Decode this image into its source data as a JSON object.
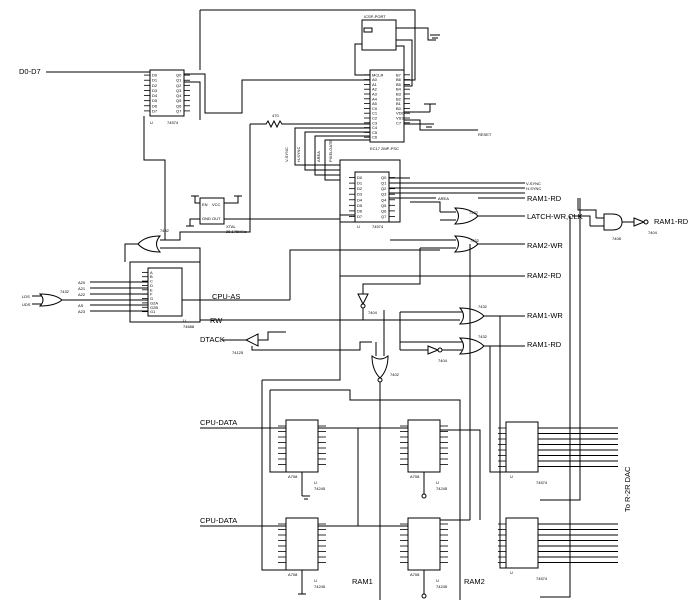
{
  "chips": {
    "u_top_74574": {
      "part": "74574",
      "ref": "U",
      "inputs": [
        "D0",
        "D1",
        "D2",
        "D3",
        "D4",
        "D5",
        "D6",
        "D7",
        "OE",
        "CLK"
      ],
      "outputs": [
        "Q0",
        "Q1",
        "Q2",
        "Q3",
        "Q4",
        "Q5",
        "Q6",
        "Q7"
      ]
    },
    "icsp_port": {
      "name": "ICSP-PORT"
    },
    "pic": {
      "part": "EC17 2MP-PSC",
      "left_pins": [
        "MCLR",
        "A0",
        "A1",
        "A2",
        "A3",
        "A4",
        "A5",
        "C0",
        "C1",
        "C2",
        "C3",
        "C4",
        "C5",
        "C6"
      ],
      "right_pins": [
        "B7",
        "B6",
        "B5",
        "B4",
        "B3",
        "B2",
        "B1",
        "B0",
        "VDD",
        "VSS",
        "C7"
      ]
    },
    "osc": {
      "pins": [
        "EN",
        "VCC",
        "GND",
        "OUT"
      ],
      "label": "XTAL",
      "freq": "25.175MHz"
    },
    "mid_74574": {
      "part": "74574",
      "ref": "U",
      "inputs": [
        "D0",
        "D1",
        "D2",
        "D3",
        "D4",
        "D5",
        "D6",
        "D7",
        "OE",
        "CLK"
      ],
      "outputs": [
        "Q0",
        "Q1",
        "Q2",
        "Q3",
        "Q4",
        "Q5",
        "Q6",
        "Q7"
      ]
    },
    "cmp_74688": {
      "part": "74688",
      "ref": "U",
      "inputs": [
        "A",
        "B",
        "C",
        "D",
        "E",
        "F",
        "G",
        "G2A",
        "G2B",
        "G1"
      ]
    },
    "top_buffers": [
      {
        "part": "A708",
        "ref": "U",
        "sub": "74245"
      },
      {
        "part": "A708",
        "ref": "U",
        "sub": "74245"
      }
    ],
    "bottom_buffers": [
      {
        "part": "A708",
        "ref": "U",
        "sub": "74245"
      },
      {
        "part": "A708",
        "ref": "U",
        "sub": "74245"
      }
    ],
    "out_latches": [
      {
        "part": "74574",
        "ref": "U"
      },
      {
        "part": "74574",
        "ref": "U"
      }
    ],
    "gates": {
      "g_7432_top": "7432",
      "g_7432_bl": "7432",
      "g_7432_a": "7432",
      "g_7432_b": "7432",
      "g_7432_c": "7432",
      "g_7432_d": "7432",
      "g_7404_a": "7404",
      "g_7404_b": "7404",
      "g_7404_c": "7404",
      "g_7404_d": "7404",
      "g_74125": "74125",
      "g_7408": "7408",
      "g_7432_e": "7432",
      "g_7402": "7402"
    }
  },
  "nets": {
    "d0d7": "D0-D7",
    "reset": "RESET",
    "vsync_v": "V-SYNC",
    "hsync_v": "H-SYNC",
    "area_v": "AREA",
    "pixelgate_v": "PIXELGATE",
    "vsync": "V-SYNC",
    "hsync": "H-SYNC",
    "area": "AREA",
    "ram1_rd": "RAM1-RD",
    "latch_wr_clk": "LATCH-WR,CLK",
    "ram2_wr": "RAM2-WR",
    "ram2_rd": "RAM2-RD",
    "ram1_wr": "RAM1-WR",
    "ram1_rd_lower": "RAM1-RD",
    "ram1_rd_out": "RAM1-RD",
    "cpu_as": "CPU-AS",
    "rw": "RW",
    "dtack": "DTACK",
    "cpu_data_top": "CPU-DATA",
    "cpu_data_bottom": "CPU-DATA",
    "ram1": "RAM1",
    "ram2": "RAM2",
    "to_dac": "To R-2R DAC",
    "a20": "A20",
    "a21": "A21",
    "a22": "A22",
    "as": "AS",
    "a23": "A23",
    "lds": "LDS",
    "uds": "UDS",
    "r470": "470"
  }
}
